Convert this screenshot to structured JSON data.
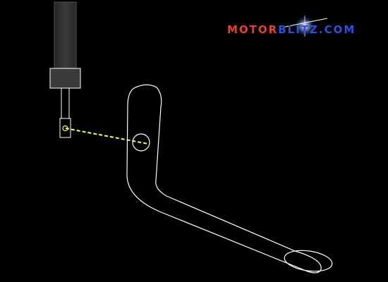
{
  "logo": {
    "part1": "MOTOR",
    "part2": "BLITZ",
    "part3": ".COM",
    "color_primary": "#e8412b",
    "color_secondary": "#2f4fe0",
    "star_color": "#ffffff"
  },
  "colors": {
    "background": "#000000",
    "outline": "#ffffff",
    "linkage": "#ffff3a",
    "shaft_fill": "#333333",
    "collar_fill": "#3c3c3c"
  }
}
